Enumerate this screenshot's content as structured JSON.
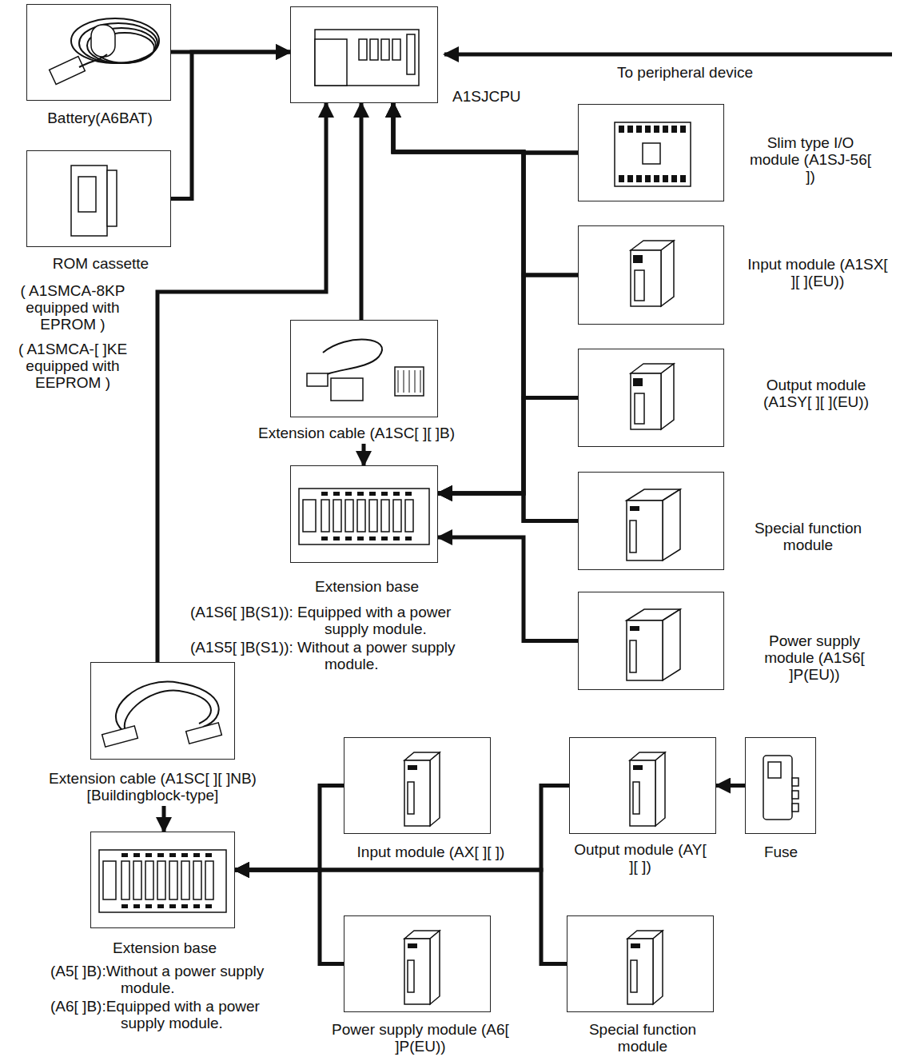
{
  "diagram": {
    "nodes": [
      {
        "text": [
          "Battery(A6BAT)"
        ]
      },
      {
        "text": [
          "A1SJCPU"
        ]
      },
      {
        "text": [
          "ROM cassette",
          "( A1SMCA-8KP equipped with EPROM )",
          "( A1SMCA-[ ]KE equipped with EEPROM )"
        ]
      },
      {
        "text": [
          "Slim type I/O module (A1SJ-56[ ])"
        ]
      },
      {
        "text": [
          "Input module (A1SX[ ][ ](EU))"
        ]
      },
      {
        "text": [
          "Output module (A1SY[ ][ ](EU))"
        ]
      },
      {
        "text": [
          "Extension cable (A1SC[ ][ ]B)"
        ]
      },
      {
        "text": [
          "Special function module"
        ]
      },
      {
        "text": [
          "Extension base",
          "(A1S6[ ]B(S1)): Equipped with a power supply module.",
          "(A1S5[ ]B(S1)): Without a power supply module."
        ]
      },
      {
        "text": [
          "Power supply module (A1S6[ ]P(EU))"
        ]
      },
      {
        "text": [
          "Extension cable (A1SC[ ][ ]NB) [Buildingblock-type]"
        ]
      },
      {
        "text": [
          "Input module (AX[ ][ ])"
        ]
      },
      {
        "text": [
          "Output module (AY[ ][ ])"
        ]
      },
      {
        "text": [
          "Fuse"
        ]
      },
      {
        "text": [
          "Extension base",
          "(A5[ ]B):Without a power supply module.",
          "(A6[ ]B):Equipped with a power supply module."
        ]
      },
      {
        "text": [
          "Power supply module (A6[ ]P(EU))"
        ]
      },
      {
        "text": [
          "Special function module"
        ]
      }
    ],
    "edges": [
      {
        "from": 0,
        "to": 1,
        "arrow": "to"
      },
      {
        "from": 2,
        "to": 1,
        "arrow": "to"
      },
      {
        "from": 3,
        "to": 1,
        "arrow": "to"
      },
      {
        "from": 4,
        "to": 1,
        "arrow": "to"
      },
      {
        "from": 5,
        "to": 1,
        "arrow": "to"
      },
      {
        "from": 7,
        "to": 1,
        "arrow": "to"
      },
      {
        "from": 3,
        "to": 8,
        "arrow": "to"
      },
      {
        "from": 4,
        "to": 8,
        "arrow": "to"
      },
      {
        "from": 5,
        "to": 8,
        "arrow": "to"
      },
      {
        "from": 7,
        "to": 8,
        "arrow": "to"
      },
      {
        "from": 9,
        "to": 8,
        "arrow": "to"
      },
      {
        "from": 6,
        "to": 1,
        "arrow": "to"
      },
      {
        "from": 6,
        "to": 8,
        "arrow": "to"
      },
      {
        "from": 10,
        "to": 1,
        "arrow": "to"
      },
      {
        "from": 10,
        "to": 14,
        "arrow": "to"
      },
      {
        "from": 11,
        "to": 14,
        "arrow": "to"
      },
      {
        "from": 15,
        "to": 14,
        "arrow": "to"
      },
      {
        "from": 12,
        "to": 14,
        "arrow": "to"
      },
      {
        "from": 16,
        "to": 14,
        "arrow": "to"
      },
      {
        "from": 13,
        "to": 12,
        "arrow": "to"
      }
    ],
    "labels": [
      "To peripheral device"
    ]
  }
}
